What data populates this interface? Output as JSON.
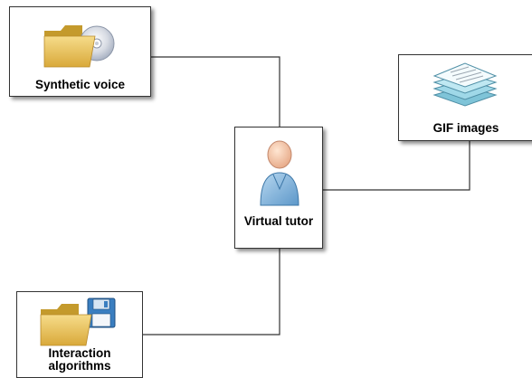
{
  "diagram": {
    "nodes": [
      {
        "id": "synthetic-voice",
        "label": "Synthetic voice",
        "icon": "folder-cd-icon"
      },
      {
        "id": "gif-images",
        "label": "GIF images",
        "icon": "stacked-documents-icon"
      },
      {
        "id": "virtual-tutor",
        "label": "Virtual tutor",
        "icon": "user-icon"
      },
      {
        "id": "interaction-algorithms",
        "label": "Interaction algorithms",
        "icon": "folder-floppy-icon"
      }
    ],
    "edges": [
      {
        "from": "virtual-tutor",
        "to": "synthetic-voice"
      },
      {
        "from": "virtual-tutor",
        "to": "gif-images"
      },
      {
        "from": "virtual-tutor",
        "to": "interaction-algorithms"
      }
    ],
    "colors": {
      "folder": "#e8c35c",
      "folder_dark": "#c49a2c",
      "person": "#7fb3dd",
      "pages": "#9fd8e8",
      "floppy": "#3a7ec0",
      "connector": "#333333"
    }
  }
}
